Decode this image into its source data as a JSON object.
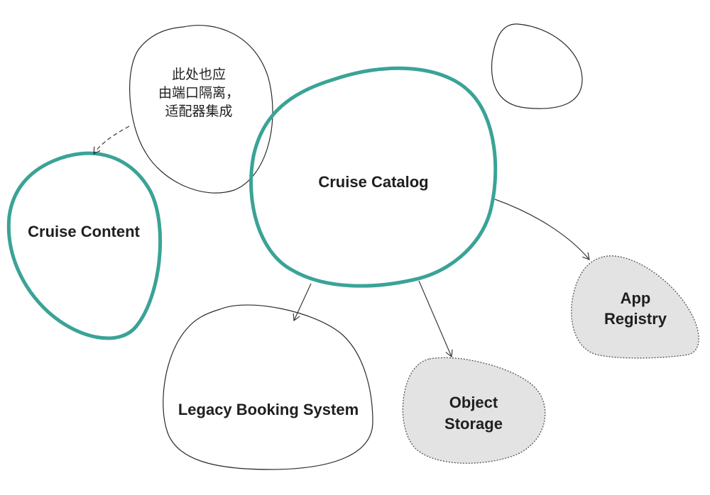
{
  "nodes": {
    "cruise_catalog": {
      "label": "Cruise Catalog"
    },
    "cruise_content": {
      "label": "Cruise Content"
    },
    "legacy_booking": {
      "label": "Legacy Booking System"
    },
    "object_storage": {
      "label_line1": "Object",
      "label_line2": "Storage"
    },
    "app_registry": {
      "label_line1": "App",
      "label_line2": "Registry"
    }
  },
  "note": {
    "line1": "此处也应",
    "line2": "由端口隔离，",
    "line3": "适配器集成"
  },
  "colors": {
    "accent_teal": "#3aa396",
    "external_gray": "#e3e3e3",
    "stroke": "#2a2a2a"
  }
}
